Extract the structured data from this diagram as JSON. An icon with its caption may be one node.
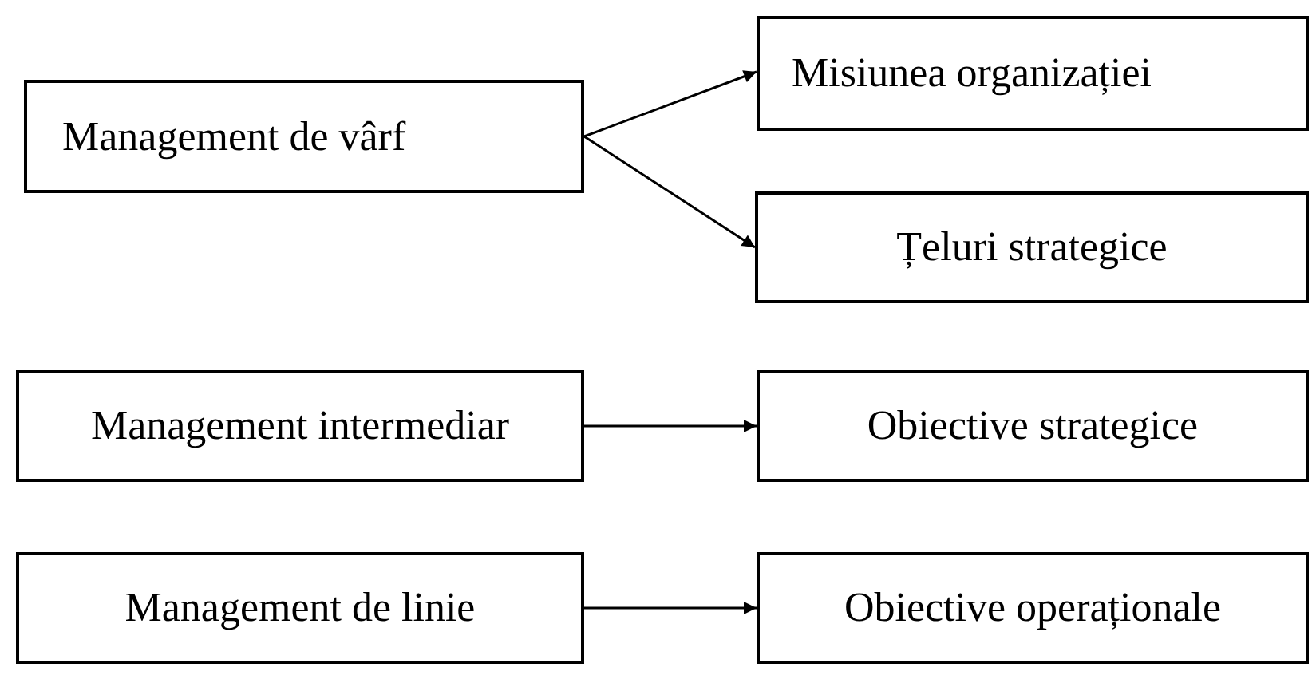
{
  "diagram": {
    "nodes": [
      {
        "text": [
          "Management de vârf"
        ]
      },
      {
        "text": [
          "Misiunea organizației"
        ]
      },
      {
        "text": [
          "Țeluri strategice"
        ]
      },
      {
        "text": [
          "Management intermediar"
        ]
      },
      {
        "text": [
          "Obiective strategice"
        ]
      },
      {
        "text": [
          "Management de linie"
        ]
      },
      {
        "text": [
          "Obiective operaționale"
        ]
      }
    ],
    "edges": [
      {
        "from": 0,
        "to": 1,
        "arrow": "to"
      },
      {
        "from": 0,
        "to": 2,
        "arrow": "to"
      },
      {
        "from": 3,
        "to": 4,
        "arrow": "to"
      },
      {
        "from": 5,
        "to": 6,
        "arrow": "to"
      }
    ]
  }
}
